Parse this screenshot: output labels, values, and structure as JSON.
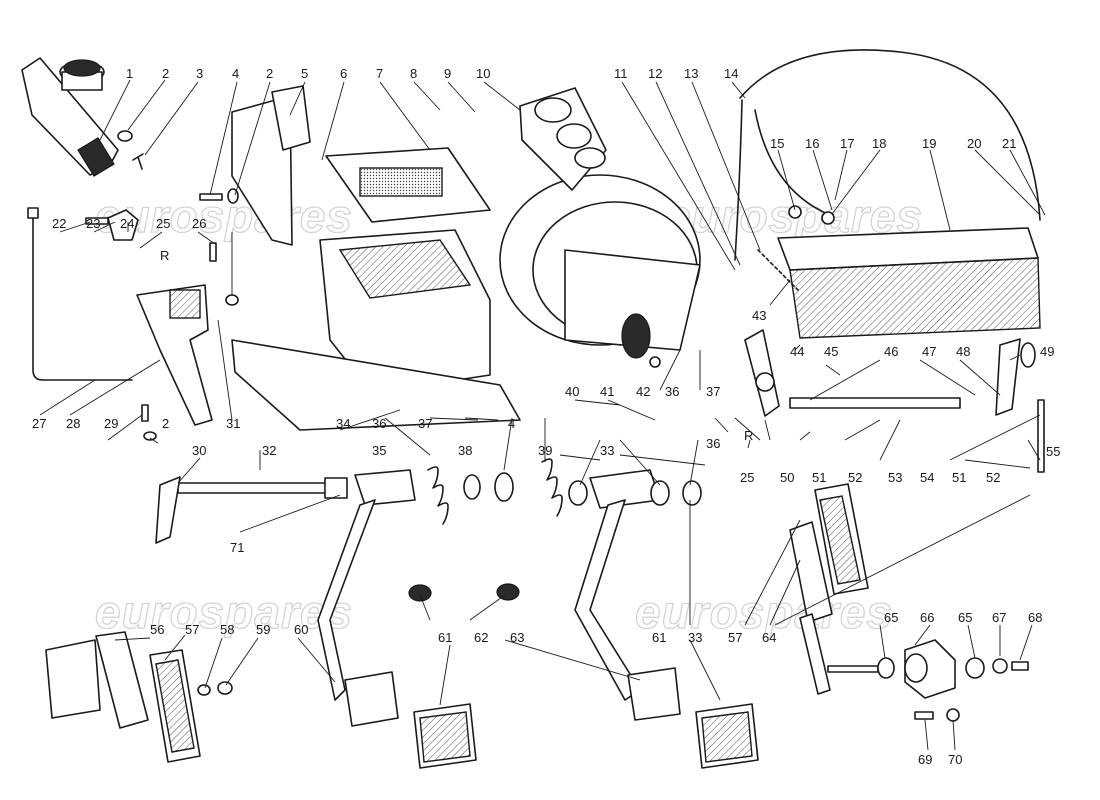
{
  "watermark": {
    "brand": "eurospares",
    "color": "#d4d4d4"
  },
  "labels": [
    {
      "id": "1",
      "text": "1"
    },
    {
      "id": "2a",
      "text": "2"
    },
    {
      "id": "3",
      "text": "3"
    },
    {
      "id": "4a",
      "text": "4"
    },
    {
      "id": "2b",
      "text": "2"
    },
    {
      "id": "5",
      "text": "5"
    },
    {
      "id": "6",
      "text": "6"
    },
    {
      "id": "7",
      "text": "7"
    },
    {
      "id": "8",
      "text": "8"
    },
    {
      "id": "9",
      "text": "9"
    },
    {
      "id": "10",
      "text": "10"
    },
    {
      "id": "11",
      "text": "11"
    },
    {
      "id": "12",
      "text": "12"
    },
    {
      "id": "13",
      "text": "13"
    },
    {
      "id": "14",
      "text": "14"
    },
    {
      "id": "15",
      "text": "15"
    },
    {
      "id": "16",
      "text": "16"
    },
    {
      "id": "17",
      "text": "17"
    },
    {
      "id": "18",
      "text": "18"
    },
    {
      "id": "19",
      "text": "19"
    },
    {
      "id": "20",
      "text": "20"
    },
    {
      "id": "21",
      "text": "21"
    },
    {
      "id": "22",
      "text": "22"
    },
    {
      "id": "23",
      "text": "23"
    },
    {
      "id": "24",
      "text": "24"
    },
    {
      "id": "25a",
      "text": "25"
    },
    {
      "id": "R1",
      "text": "R"
    },
    {
      "id": "26",
      "text": "26"
    },
    {
      "id": "27",
      "text": "27"
    },
    {
      "id": "28",
      "text": "28"
    },
    {
      "id": "29",
      "text": "29"
    },
    {
      "id": "2c",
      "text": "2"
    },
    {
      "id": "30",
      "text": "30"
    },
    {
      "id": "31",
      "text": "31"
    },
    {
      "id": "32",
      "text": "32"
    },
    {
      "id": "34",
      "text": "34"
    },
    {
      "id": "35",
      "text": "35"
    },
    {
      "id": "36a",
      "text": "36"
    },
    {
      "id": "37a",
      "text": "37"
    },
    {
      "id": "38",
      "text": "38"
    },
    {
      "id": "4b",
      "text": "4"
    },
    {
      "id": "39",
      "text": "39"
    },
    {
      "id": "40",
      "text": "40"
    },
    {
      "id": "41",
      "text": "41"
    },
    {
      "id": "42",
      "text": "42"
    },
    {
      "id": "36b",
      "text": "36"
    },
    {
      "id": "37b",
      "text": "37"
    },
    {
      "id": "36c",
      "text": "36"
    },
    {
      "id": "R2",
      "text": "R"
    },
    {
      "id": "25b",
      "text": "25"
    },
    {
      "id": "33a",
      "text": "33"
    },
    {
      "id": "43",
      "text": "43"
    },
    {
      "id": "44",
      "text": "44"
    },
    {
      "id": "45",
      "text": "45"
    },
    {
      "id": "46",
      "text": "46"
    },
    {
      "id": "47",
      "text": "47"
    },
    {
      "id": "48",
      "text": "48"
    },
    {
      "id": "49",
      "text": "49"
    },
    {
      "id": "50",
      "text": "50"
    },
    {
      "id": "51a",
      "text": "51"
    },
    {
      "id": "52a",
      "text": "52"
    },
    {
      "id": "53",
      "text": "53"
    },
    {
      "id": "51b",
      "text": "51"
    },
    {
      "id": "52b",
      "text": "52"
    },
    {
      "id": "54",
      "text": "54"
    },
    {
      "id": "55",
      "text": "55"
    },
    {
      "id": "71",
      "text": "71"
    },
    {
      "id": "56",
      "text": "56"
    },
    {
      "id": "57a",
      "text": "57"
    },
    {
      "id": "58",
      "text": "58"
    },
    {
      "id": "59",
      "text": "59"
    },
    {
      "id": "60",
      "text": "60"
    },
    {
      "id": "61a",
      "text": "61"
    },
    {
      "id": "62",
      "text": "62"
    },
    {
      "id": "63",
      "text": "63"
    },
    {
      "id": "61b",
      "text": "61"
    },
    {
      "id": "33b",
      "text": "33"
    },
    {
      "id": "57b",
      "text": "57"
    },
    {
      "id": "64",
      "text": "64"
    },
    {
      "id": "65a",
      "text": "65"
    },
    {
      "id": "66",
      "text": "66"
    },
    {
      "id": "65b",
      "text": "65"
    },
    {
      "id": "67",
      "text": "67"
    },
    {
      "id": "68",
      "text": "68"
    },
    {
      "id": "69",
      "text": "69"
    },
    {
      "id": "70",
      "text": "70"
    }
  ]
}
